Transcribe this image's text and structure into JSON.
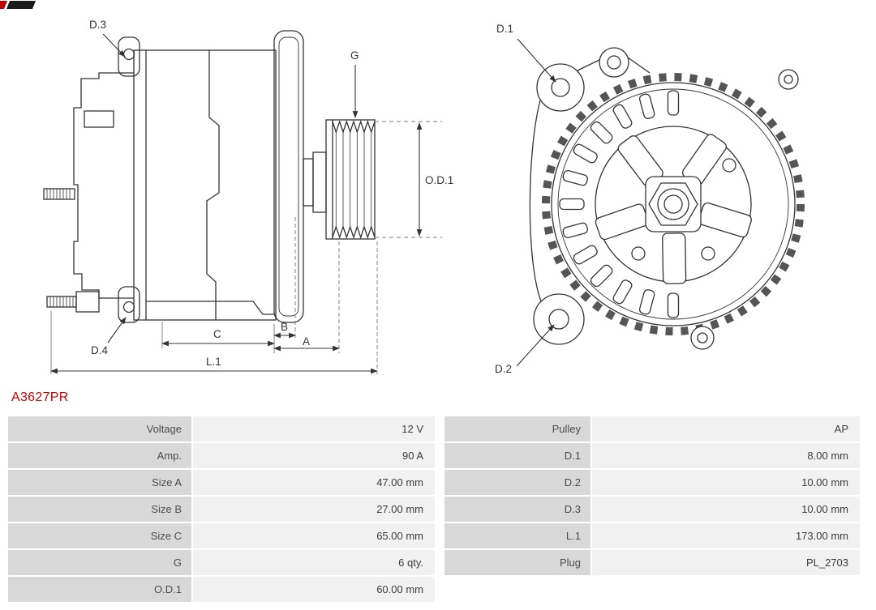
{
  "part_number": "A3627PR",
  "colors": {
    "part_number_red": "#cc0000",
    "drawing_line": "#333333",
    "table_label_bg": "#d8d8d8",
    "table_value_bg": "#f1f1f1"
  },
  "diagram": {
    "side_view_labels": {
      "d3": "D.3",
      "d4": "D.4",
      "g": "G",
      "od1": "O.D.1",
      "c": "C",
      "b": "B",
      "a": "A",
      "l1": "L.1"
    },
    "front_view_labels": {
      "d1": "D.1",
      "d2": "D.2"
    }
  },
  "specs": {
    "rows": [
      {
        "l1": "Voltage",
        "v1": "12 V",
        "l2": "Pulley",
        "v2": "AP"
      },
      {
        "l1": "Amp.",
        "v1": "90 A",
        "l2": "D.1",
        "v2": "8.00 mm"
      },
      {
        "l1": "Size A",
        "v1": "47.00 mm",
        "l2": "D.2",
        "v2": "10.00 mm"
      },
      {
        "l1": "Size B",
        "v1": "27.00 mm",
        "l2": "D.3",
        "v2": "10.00 mm"
      },
      {
        "l1": "Size C",
        "v1": "65.00 mm",
        "l2": "L.1",
        "v2": "173.00 mm"
      },
      {
        "l1": "G",
        "v1": "6 qty.",
        "l2": "Plug",
        "v2": "PL_2703"
      },
      {
        "l1": "O.D.1",
        "v1": "60.00 mm",
        "l2": "",
        "v2": ""
      }
    ]
  }
}
